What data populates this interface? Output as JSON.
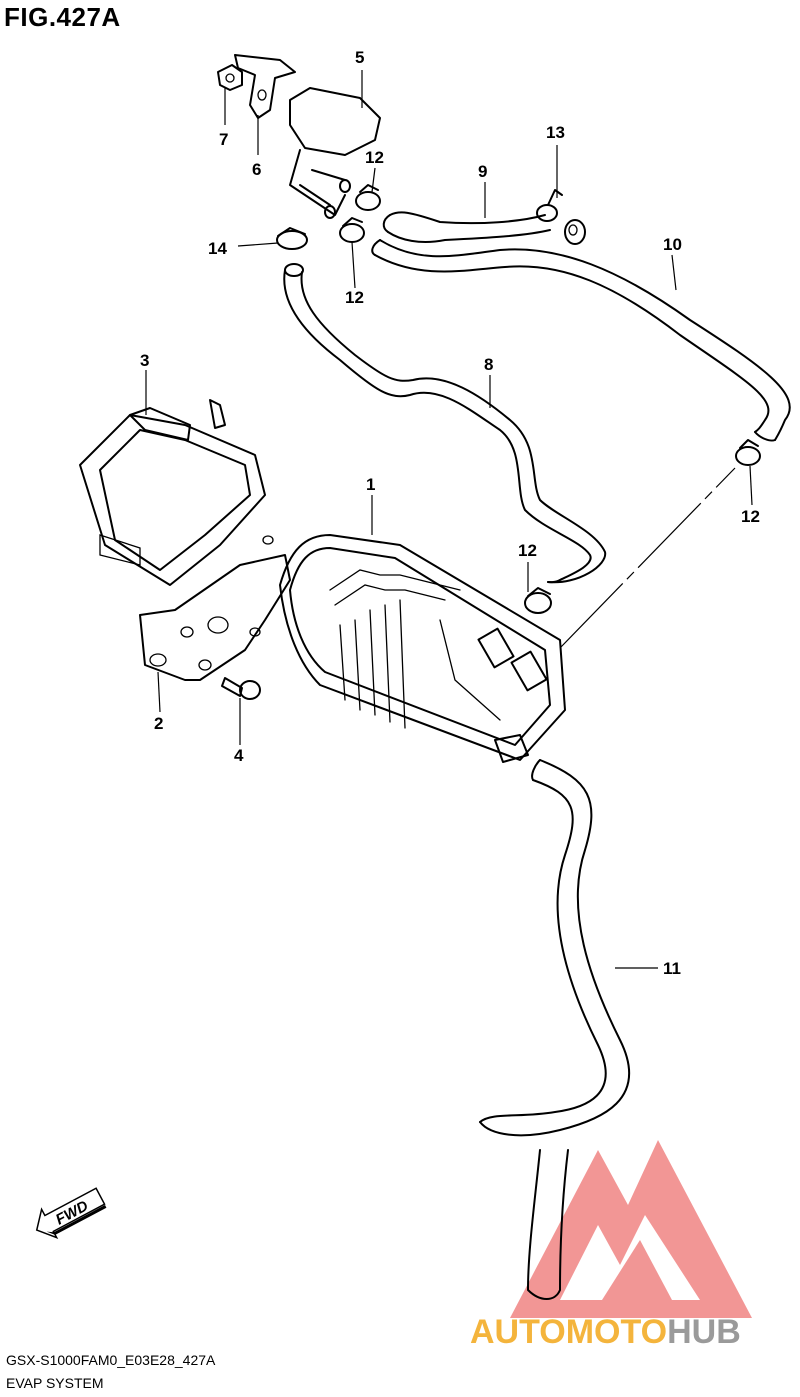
{
  "figure": {
    "title": "FIG.427A"
  },
  "callouts": [
    {
      "id": "c1",
      "label": "1"
    },
    {
      "id": "c2",
      "label": "2"
    },
    {
      "id": "c3",
      "label": "3"
    },
    {
      "id": "c4",
      "label": "4"
    },
    {
      "id": "c5",
      "label": "5"
    },
    {
      "id": "c6",
      "label": "6"
    },
    {
      "id": "c7",
      "label": "7"
    },
    {
      "id": "c8",
      "label": "8"
    },
    {
      "id": "c9",
      "label": "9"
    },
    {
      "id": "c10",
      "label": "10"
    },
    {
      "id": "c11",
      "label": "11"
    },
    {
      "id": "c12a",
      "label": "12"
    },
    {
      "id": "c12b",
      "label": "12"
    },
    {
      "id": "c12c",
      "label": "12"
    },
    {
      "id": "c12d",
      "label": "12"
    },
    {
      "id": "c13",
      "label": "13"
    },
    {
      "id": "c14",
      "label": "14"
    }
  ],
  "fwd_label": "FWD",
  "footer": {
    "code": "GSX-S1000FAM0_E03E28_427A",
    "name": "EVAP SYSTEM"
  },
  "watermark": {
    "text_part1": "AUTO",
    "text_part2": "MOTO",
    "text_part3": "HUB",
    "colors": {
      "red": "#e8504f",
      "orange": "#f4b43c",
      "gray": "#9a9a9a"
    }
  }
}
